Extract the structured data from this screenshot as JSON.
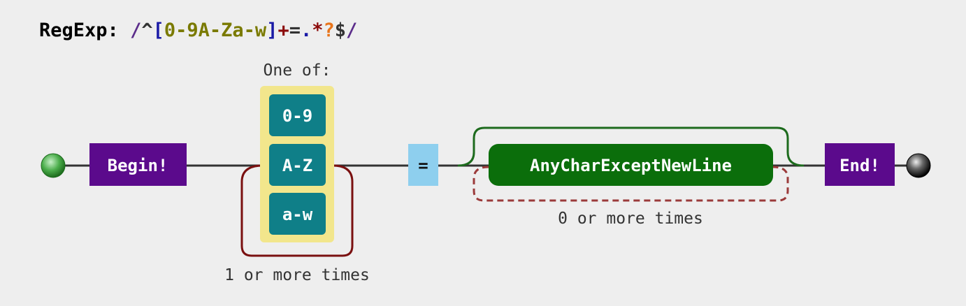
{
  "title": {
    "label": "RegExp:",
    "pattern_tokens": [
      {
        "text": "/",
        "color": "#5b2c8a"
      },
      {
        "text": "^",
        "color": "#333333"
      },
      {
        "text": "[",
        "color": "#1a1aa6"
      },
      {
        "text": "0-9A-Za-w",
        "color": "#7a7a00"
      },
      {
        "text": "]",
        "color": "#1a1aa6"
      },
      {
        "text": "+",
        "color": "#8b0a0a"
      },
      {
        "text": "=",
        "color": "#333333"
      },
      {
        "text": ".",
        "color": "#1a1aa6"
      },
      {
        "text": "*",
        "color": "#8b0a0a"
      },
      {
        "text": "?",
        "color": "#e8741a"
      },
      {
        "text": "$",
        "color": "#333333"
      },
      {
        "text": "/",
        "color": "#5b2c8a"
      }
    ]
  },
  "nodes": {
    "begin": "Begin!",
    "class_label": "One of:",
    "class_items": [
      "0-9",
      "A-Z",
      "a-w"
    ],
    "literal": "=",
    "any_char": "AnyCharExceptNewLine",
    "end": "End!"
  },
  "quantifiers": {
    "one_or_more": "1 or more times",
    "zero_or_more": "0 or more times"
  },
  "colors": {
    "begin_end_fill": "#5b0a8c",
    "class_item_fill": "#0f7f88",
    "class_bg": "#f2e68c",
    "literal_fill": "#8ecfee",
    "any_char_fill": "#0b6e0b",
    "loop_one_or_more": "#7a1010",
    "loop_zero_or_more": "#9b3a3a",
    "skip_bracket": "#1d6b1d",
    "start_terminal": "#3ea83e",
    "end_terminal": "#222222",
    "line": "#333333"
  }
}
